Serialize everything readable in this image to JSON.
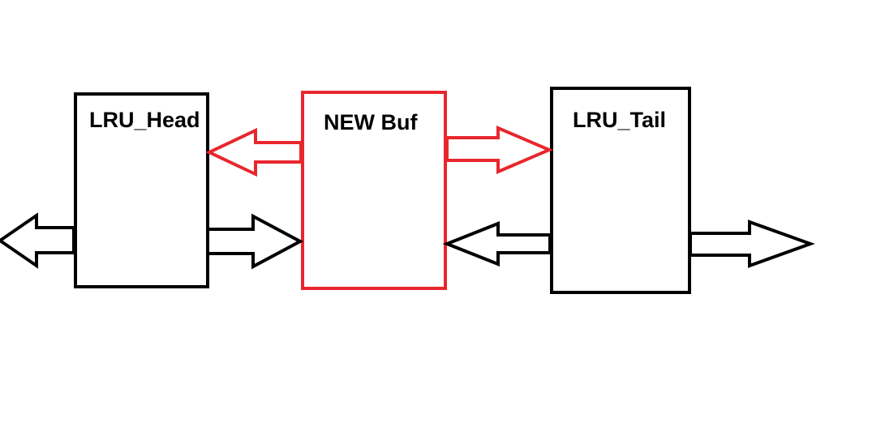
{
  "diagram": {
    "nodes": [
      {
        "id": "lru-head",
        "label": "LRU_Head",
        "color": "#000000"
      },
      {
        "id": "new-buf",
        "label": "NEW Buf",
        "color": "#e8262d"
      },
      {
        "id": "lru-tail",
        "label": "LRU_Tail",
        "color": "#000000"
      }
    ],
    "arrows": [
      {
        "id": "head-prev",
        "direction": "left",
        "color": "#000000"
      },
      {
        "id": "head-to-new",
        "direction": "right",
        "color": "#000000"
      },
      {
        "id": "new-to-head",
        "direction": "left",
        "color": "#e8262d"
      },
      {
        "id": "new-to-tail",
        "direction": "right",
        "color": "#e8262d"
      },
      {
        "id": "tail-to-new",
        "direction": "left",
        "color": "#000000"
      },
      {
        "id": "tail-next",
        "direction": "right",
        "color": "#000000"
      }
    ]
  }
}
